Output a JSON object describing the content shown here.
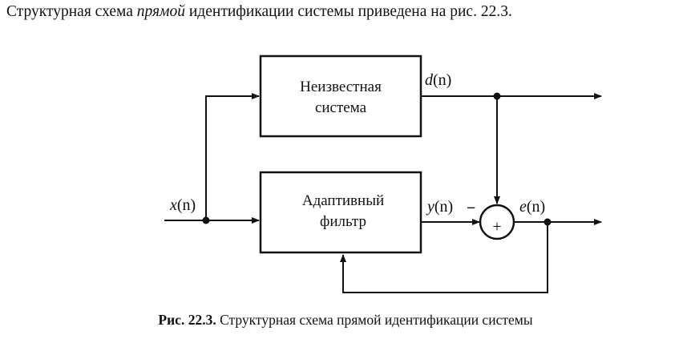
{
  "intro": {
    "before": "Структурная схема ",
    "emphasis": "прямой",
    "after": " идентификации системы приведена на рис. 22.3."
  },
  "diagram": {
    "unknown_system": {
      "line1": "Неизвестная",
      "line2": "система"
    },
    "adaptive_filter": {
      "line1": "Адаптивный",
      "line2": "фильтр"
    },
    "signals": {
      "input": {
        "name": "x",
        "arg": "(n)"
      },
      "desired": {
        "name": "d",
        "arg": "(n)"
      },
      "output": {
        "name": "y",
        "arg": "(n)"
      },
      "error": {
        "name": "e",
        "arg": "(n)"
      }
    },
    "summator_sign": "−",
    "summator_symbol": "+"
  },
  "caption": {
    "label": "Рис. 22.3.",
    "text": " Структурная схема прямой идентификации системы"
  }
}
